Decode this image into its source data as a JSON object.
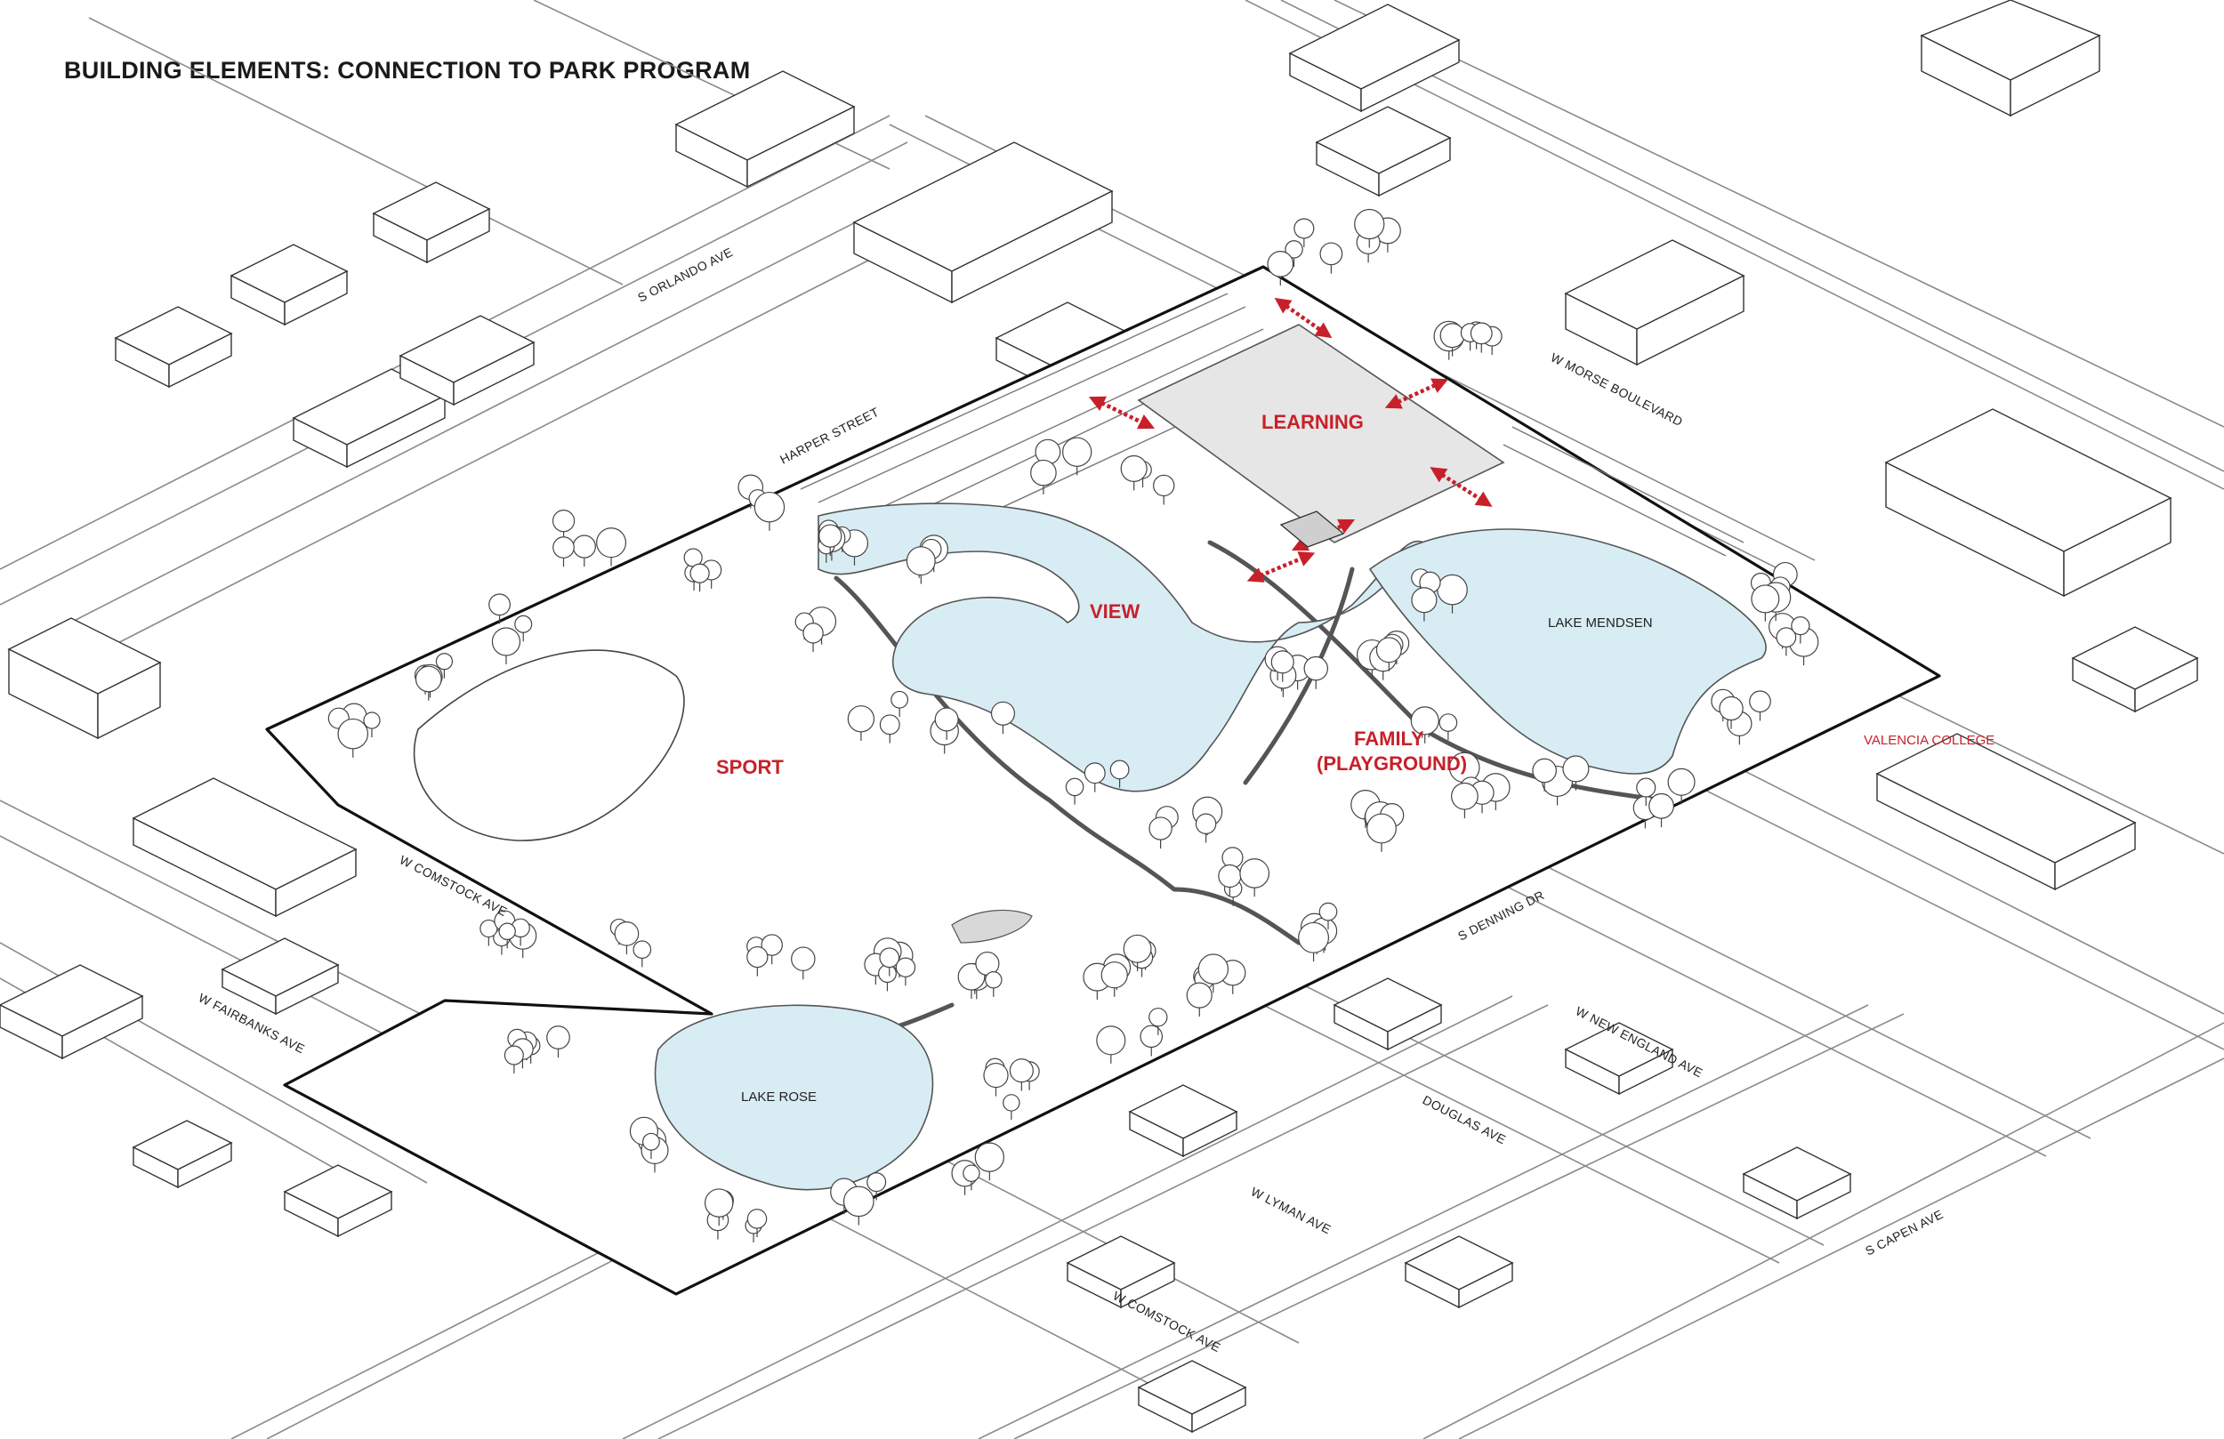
{
  "title": "BUILDING ELEMENTS: CONNECTION TO PARK PROGRAM",
  "colors": {
    "accent": "#c8202a",
    "water": "#d8ecf3",
    "building_pad": "#e6e6e6",
    "line": "#333333",
    "boundary": "#111111"
  },
  "zones": {
    "learning": "LEARNING",
    "view": "VIEW",
    "sport": "SPORT",
    "family_line1": "FAMILY",
    "family_line2": "(PLAYGROUND)"
  },
  "lakes": {
    "mendsen": "LAKE MENDSEN",
    "rose": "LAKE ROSE"
  },
  "landmarks": {
    "valencia": "VALENCIA COLLEGE"
  },
  "streets": {
    "s_orlando": "S ORLANDO AVE",
    "harper": "HARPER STREET",
    "w_morse": "W MORSE BOULEVARD",
    "w_comstock_upper": "W COMSTOCK AVE",
    "w_fairbanks": "W FAIRBANKS AVE",
    "s_denning": "S DENNING DR",
    "w_new_england": "W NEW ENGLAND AVE",
    "douglas": "DOUGLAS AVE",
    "w_lyman": "W LYMAN AVE",
    "w_comstock_lower": "W COMSTOCK AVE",
    "s_capen": "S CAPEN AVE"
  }
}
